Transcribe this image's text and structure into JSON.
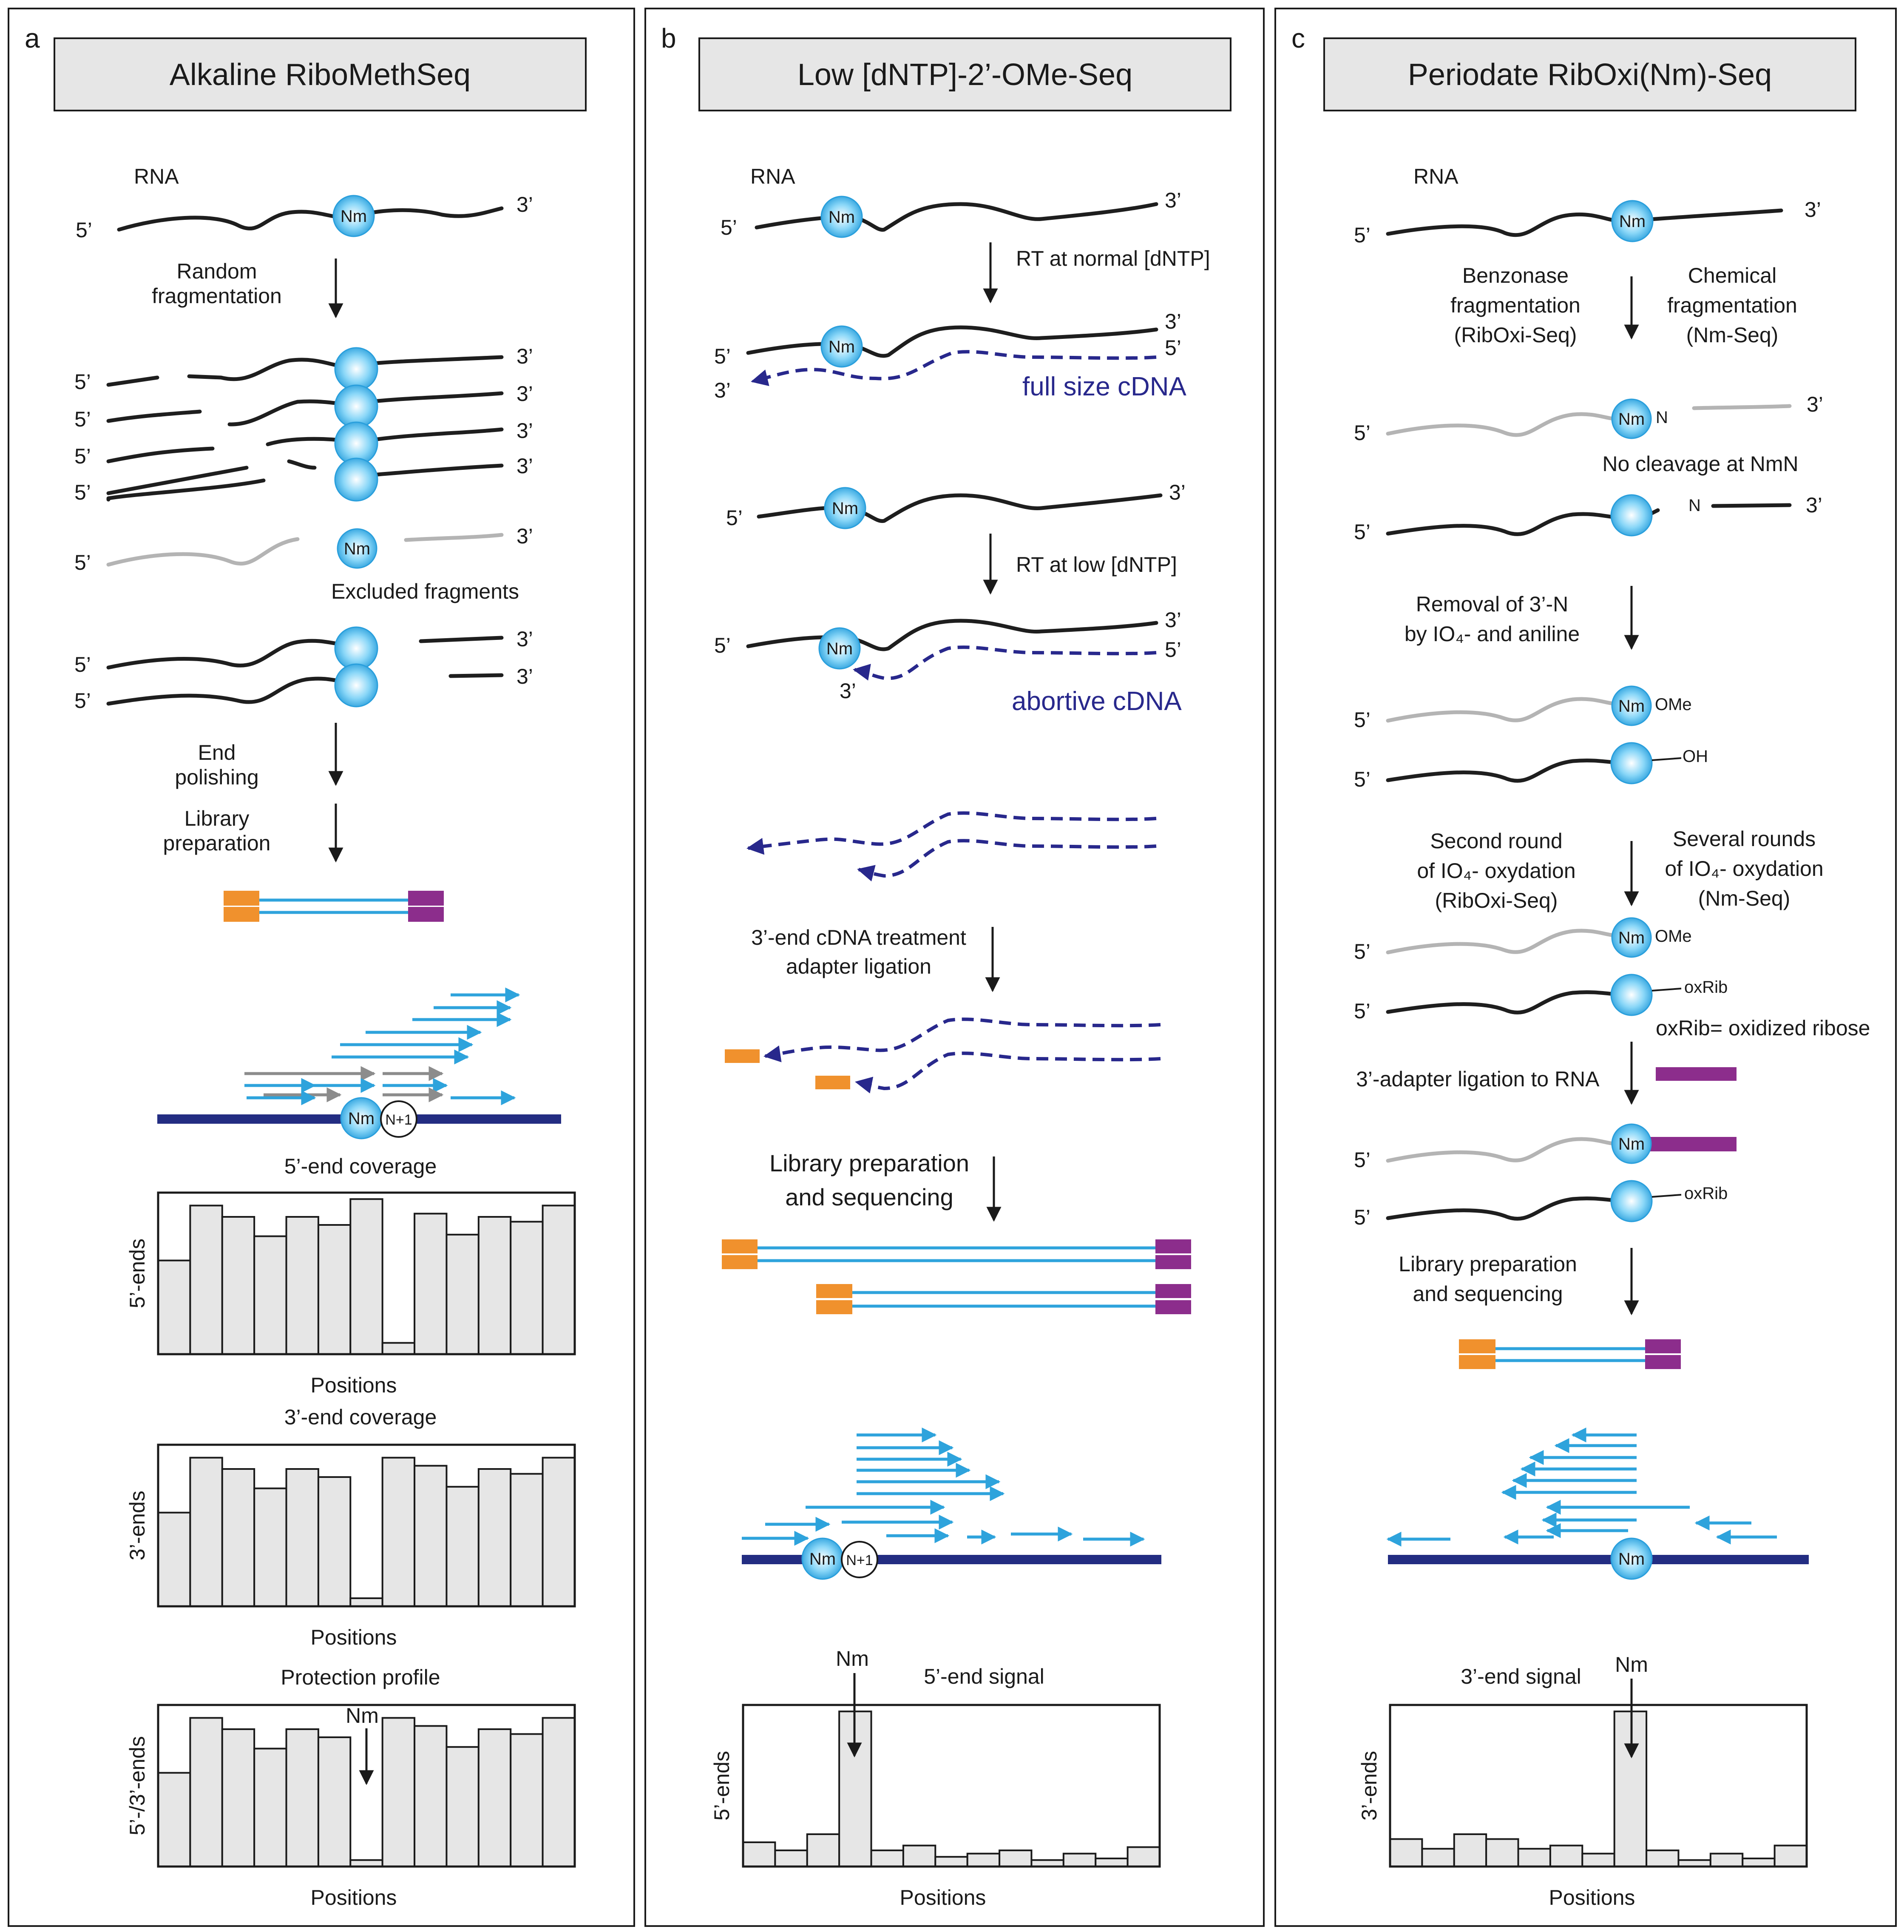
{
  "panels": {
    "a": {
      "letter": "a",
      "title": "Alkaline RiboMethSeq",
      "rna_label": "RNA",
      "nm": "Nm",
      "five": "5’",
      "three": "3’",
      "step_random_1": "Random",
      "step_random_2": "fragmentation",
      "excluded": "Excluded fragments",
      "end_1": "End",
      "end_2": "polishing",
      "lib_1": "Library",
      "lib_2": "preparation",
      "n_plus": "N+1",
      "cov5_title": "5’-end coverage",
      "cov5_ylabel": "5’-ends",
      "cov5_xlabel": "Positions",
      "cov3_title": "3’-end coverage",
      "cov3_ylabel": "3’-ends",
      "cov3_xlabel": "Positions",
      "prot_title": "Protection profile",
      "prot_ylabel": "5’-/3’-ends",
      "prot_xlabel": "Positions",
      "prot_nm": "Nm"
    },
    "b": {
      "letter": "b",
      "title": "Low [dNTP]-2’-OMe-Seq",
      "rna_label": "RNA",
      "nm": "Nm",
      "five": "5’",
      "three": "3’",
      "rt_normal": "RT at normal [dNTP]",
      "full_cdna": "full size cDNA",
      "rt_low": "RT at low [dNTP]",
      "abortive_cdna": "abortive cDNA",
      "treat_1": "3’-end cDNA treatment",
      "treat_2": "adapter ligation",
      "libseq_1": "Library preparation",
      "libseq_2": "and sequencing",
      "n_plus": "N+1",
      "signal_title": "5’-end signal",
      "signal_nm": "Nm",
      "signal_ylabel": "5’-ends",
      "signal_xlabel": "Positions"
    },
    "c": {
      "letter": "c",
      "title": "Periodate RibOxi(Nm)-Seq",
      "rna_label": "RNA",
      "nm": "Nm",
      "five": "5’",
      "three": "3’",
      "benz_1": "Benzonase",
      "benz_2": "fragmentation",
      "benz_3": "(RibOxi-Seq)",
      "chem_1": "Chemical",
      "chem_2": "fragmentation",
      "chem_3": "(Nm-Seq)",
      "n": "N",
      "no_cleavage": "No cleavage at NmN",
      "removal_1": "Removal of 3’-N",
      "removal_2": "by IO₄- and aniline",
      "ome": "OMe",
      "oh": "OH",
      "second_1": "Second round",
      "second_2": "of IO₄- oxydation",
      "second_3": "(RibOxi-Seq)",
      "several_1": "Several rounds",
      "several_2": "of IO₄- oxydation",
      "several_3": "(Nm-Seq)",
      "oxrib": "oxRib",
      "oxrib_def": "oxRib= oxidized ribose",
      "adapter_lig": "3’-adapter ligation to RNA",
      "libseq_1": "Library preparation",
      "libseq_2": "and sequencing",
      "signal_title": "3’-end signal",
      "signal_nm": "Nm",
      "signal_ylabel": "3’-ends",
      "signal_xlabel": "Positions"
    }
  },
  "colors": {
    "nm_fill": "#3cb4ec",
    "read": "#2ea3dc",
    "cdna": "#28288c",
    "dna": "#232d82",
    "adapter_orange": "#f0912d",
    "adapter_purple": "#8c2d8c"
  },
  "chart_data": [
    {
      "type": "bar",
      "title": "5’-end coverage",
      "xlabel": "Positions",
      "ylabel": "5’-ends",
      "values": [
        0.58,
        0.92,
        0.85,
        0.73,
        0.85,
        0.8,
        0.96,
        0.07,
        0.87,
        0.74,
        0.85,
        0.82,
        0.92
      ]
    },
    {
      "type": "bar",
      "title": "3’-end coverage",
      "xlabel": "Positions",
      "ylabel": "3’-ends",
      "values": [
        0.58,
        0.92,
        0.85,
        0.73,
        0.85,
        0.8,
        0.05,
        0.92,
        0.87,
        0.74,
        0.85,
        0.82,
        0.92
      ]
    },
    {
      "type": "bar",
      "title": "Protection profile",
      "xlabel": "Positions",
      "ylabel": "5’-/3’-ends",
      "values": [
        0.58,
        0.92,
        0.85,
        0.73,
        0.85,
        0.8,
        0.04,
        0.92,
        0.87,
        0.74,
        0.85,
        0.82,
        0.92
      ]
    },
    {
      "type": "bar",
      "title": "5’-end signal",
      "xlabel": "Positions",
      "ylabel": "5’-ends",
      "values": [
        0.15,
        0.1,
        0.2,
        0.96,
        0.1,
        0.13,
        0.06,
        0.08,
        0.1,
        0.04,
        0.08,
        0.05,
        0.12
      ]
    },
    {
      "type": "bar",
      "title": "3’-end signal",
      "xlabel": "Positions",
      "ylabel": "3’-ends",
      "values": [
        0.17,
        0.11,
        0.2,
        0.17,
        0.11,
        0.13,
        0.08,
        0.96,
        0.1,
        0.04,
        0.08,
        0.05,
        0.13
      ]
    }
  ]
}
